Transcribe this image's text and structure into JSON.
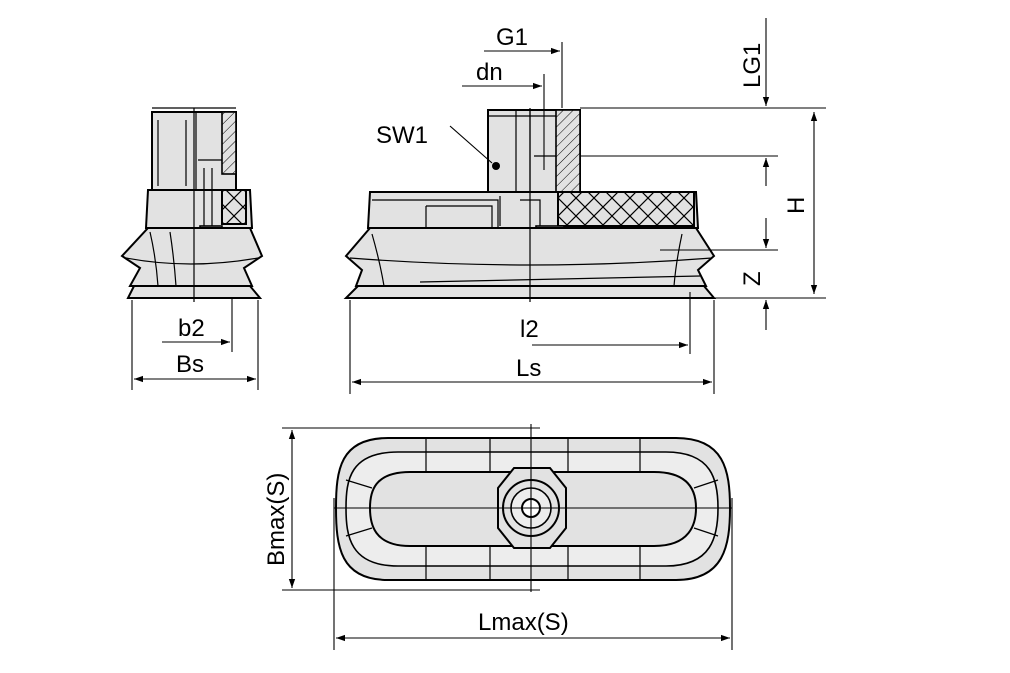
{
  "labels": {
    "G1": "G1",
    "dn": "dn",
    "SW1": "SW1",
    "LG1": "LG1",
    "H": "H",
    "Z": "Z",
    "b2": "b2",
    "Bs": "Bs",
    "l2": "l2",
    "Ls": "Ls",
    "Bmax": "Bmax(S)",
    "Lmax": "Lmax(S)"
  },
  "colors": {
    "line": "#000000",
    "part_fill": "#e2e2e2",
    "background": "#ffffff"
  }
}
